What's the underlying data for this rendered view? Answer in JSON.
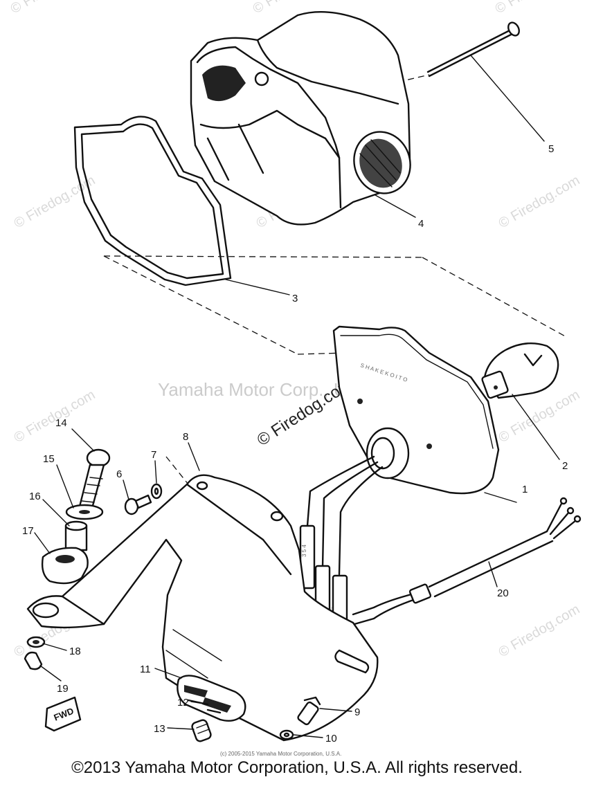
{
  "footer": {
    "copyright": "©2013 Yamaha Motor Corporation, U.S.A. All rights reserved."
  },
  "stamp": {
    "text": "(c) 2005-2015 Yamaha Motor Corporation, U.S.A."
  },
  "watermarks": {
    "center_left": "Yamaha Motor Corp., U.S.A.",
    "center_right": "© Firedog.com",
    "repeat": "© Firedog.com"
  },
  "fwd_mark": "FWD",
  "parts": [
    {
      "id": "1",
      "label": "1"
    },
    {
      "id": "2",
      "label": "2"
    },
    {
      "id": "3",
      "label": "3"
    },
    {
      "id": "4",
      "label": "4"
    },
    {
      "id": "5",
      "label": "5"
    },
    {
      "id": "6",
      "label": "6"
    },
    {
      "id": "7",
      "label": "7"
    },
    {
      "id": "8",
      "label": "8"
    },
    {
      "id": "9",
      "label": "9"
    },
    {
      "id": "10",
      "label": "10"
    },
    {
      "id": "11",
      "label": "11"
    },
    {
      "id": "12",
      "label": "12"
    },
    {
      "id": "13",
      "label": "13"
    },
    {
      "id": "14",
      "label": "14"
    },
    {
      "id": "15",
      "label": "15"
    },
    {
      "id": "16",
      "label": "16"
    },
    {
      "id": "17",
      "label": "17"
    },
    {
      "id": "18",
      "label": "18"
    },
    {
      "id": "19",
      "label": "19"
    },
    {
      "id": "20",
      "label": "20"
    }
  ]
}
